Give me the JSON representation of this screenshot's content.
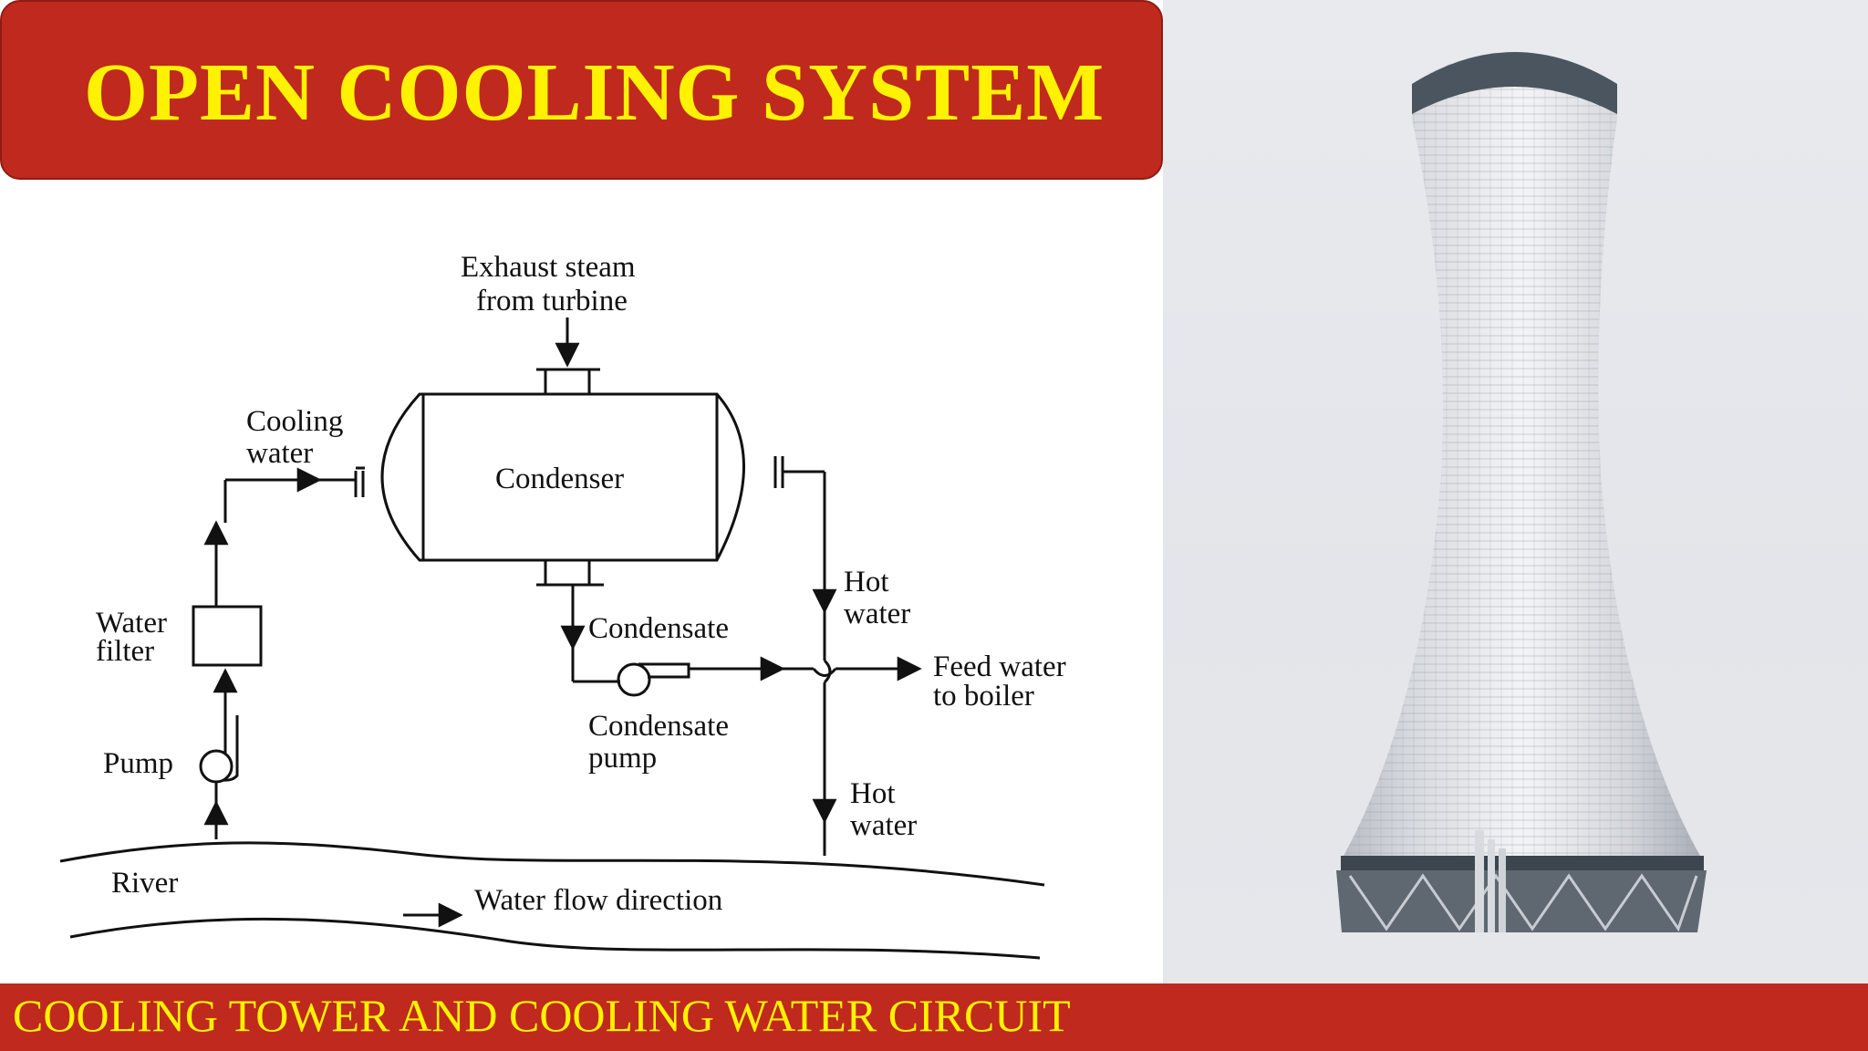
{
  "title": "OPEN COOLING SYSTEM",
  "footer": "COOLING TOWER AND COOLING WATER CIRCUIT",
  "diagram": {
    "exhaust_line1": "Exhaust steam",
    "exhaust_line2": "from turbine",
    "cooling_line1": "Cooling",
    "cooling_line2": "water",
    "condenser": "Condenser",
    "water_filter_line1": "Water",
    "water_filter_line2": "filter",
    "pump": "Pump",
    "condensate": "Condensate",
    "condensate_pump_line1": "Condensate",
    "condensate_pump_line2": "pump",
    "hot_water_top_line1": "Hot",
    "hot_water_top_line2": "water",
    "feed_water_line1": "Feed water",
    "feed_water_line2": "to boiler",
    "hot_water_bottom_line1": "Hot",
    "hot_water_bottom_line2": "water",
    "river": "River",
    "flow_direction": "Water flow direction"
  },
  "colors": {
    "banner": "#c0291e",
    "banner_text": "#fff200"
  }
}
